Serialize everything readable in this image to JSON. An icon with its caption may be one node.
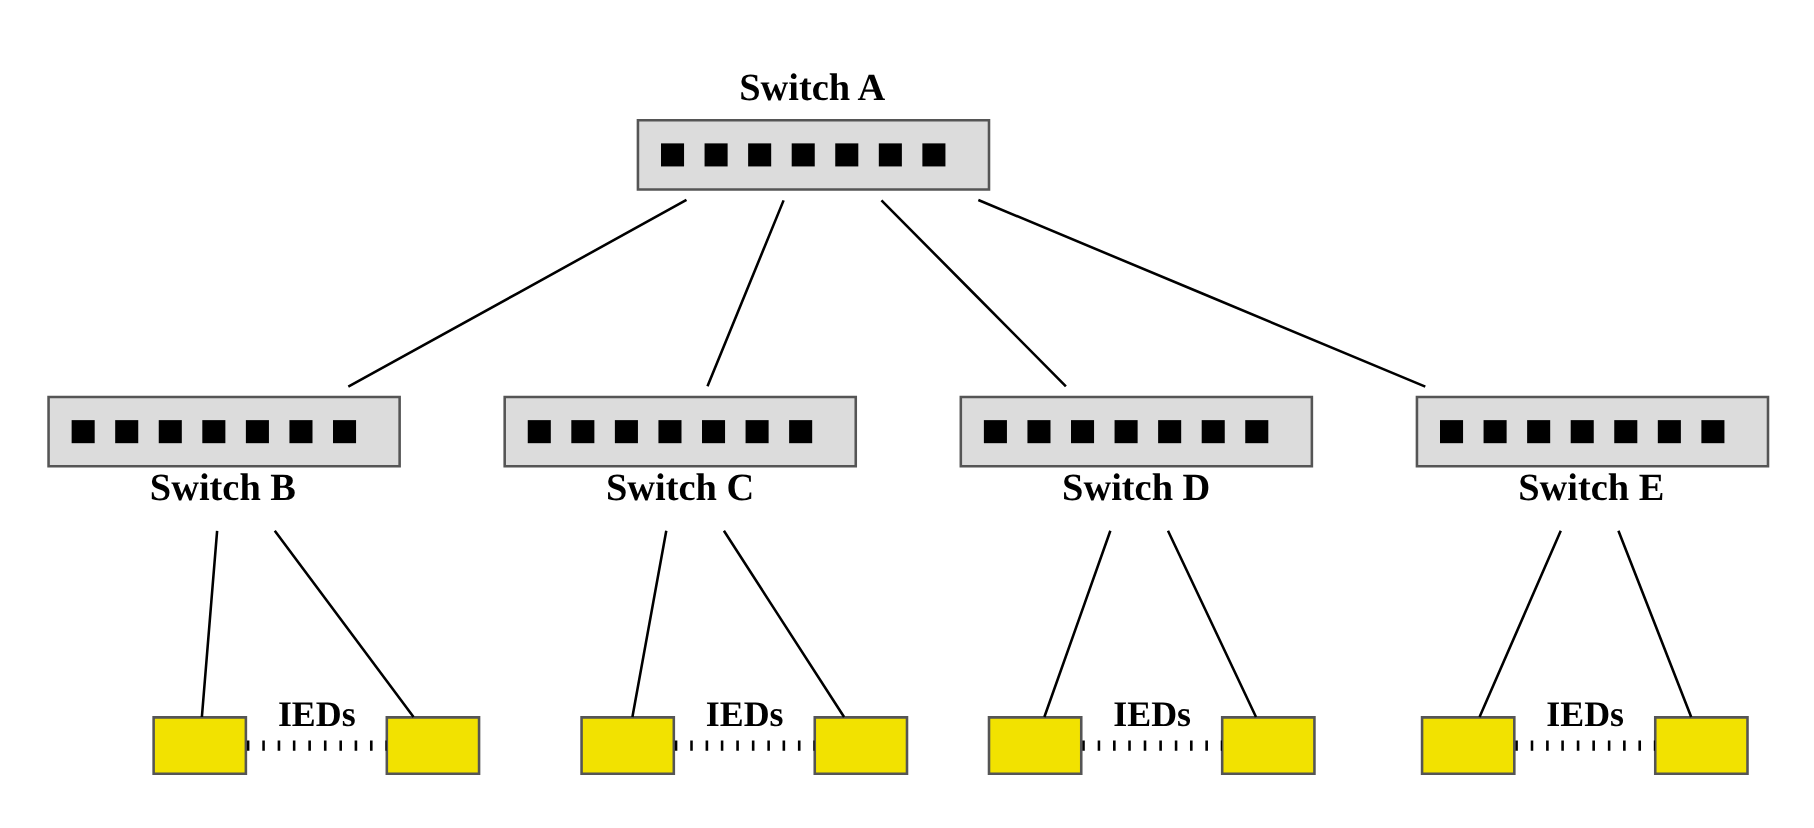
{
  "diagram": {
    "nodes": [
      {
        "text": [
          "Switch A"
        ]
      },
      {
        "text": [
          "Switch B"
        ]
      },
      {
        "text": [
          "Switch C"
        ]
      },
      {
        "text": [
          "Switch D"
        ]
      },
      {
        "text": [
          "Switch E"
        ]
      },
      {
        "text": [],
        "shape": "box"
      },
      {
        "text": [],
        "shape": "box"
      },
      {
        "text": [],
        "shape": "box"
      },
      {
        "text": [],
        "shape": "box"
      },
      {
        "text": [],
        "shape": "box"
      },
      {
        "text": [],
        "shape": "box"
      },
      {
        "text": [],
        "shape": "box"
      },
      {
        "text": [],
        "shape": "box"
      }
    ],
    "edges": [
      {
        "from": 0,
        "to": 1,
        "arrow": "none"
      },
      {
        "from": 0,
        "to": 2,
        "arrow": "none"
      },
      {
        "from": 0,
        "to": 3,
        "arrow": "none"
      },
      {
        "from": 0,
        "to": 4,
        "arrow": "none"
      },
      {
        "from": 1,
        "to": 5,
        "arrow": "none"
      },
      {
        "from": 1,
        "to": 6,
        "arrow": "none"
      },
      {
        "from": 2,
        "to": 7,
        "arrow": "none"
      },
      {
        "from": 2,
        "to": 8,
        "arrow": "none"
      },
      {
        "from": 3,
        "to": 9,
        "arrow": "none"
      },
      {
        "from": 3,
        "to": 10,
        "arrow": "none"
      },
      {
        "from": 4,
        "to": 11,
        "arrow": "none"
      },
      {
        "from": 4,
        "to": 12,
        "arrow": "none"
      },
      {
        "from": 5,
        "to": 6,
        "arrow": "none",
        "label": "IEDs",
        "style": "dashed"
      },
      {
        "from": 7,
        "to": 8,
        "arrow": "none",
        "label": "IEDs",
        "style": "dashed"
      },
      {
        "from": 9,
        "to": 10,
        "arrow": "none",
        "label": "IEDs",
        "style": "dashed"
      },
      {
        "from": 11,
        "to": 12,
        "arrow": "none",
        "label": "IEDs",
        "style": "dashed"
      }
    ]
  }
}
